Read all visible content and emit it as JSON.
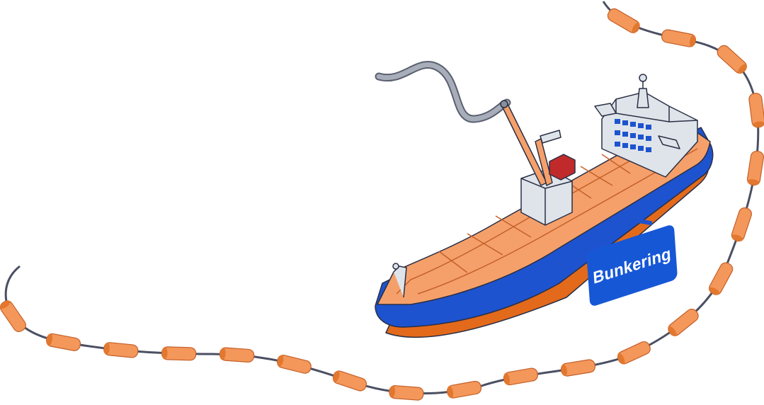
{
  "label": {
    "text": "Bunkering"
  },
  "colors": {
    "hull_blue": "#1e53cf",
    "hull_orange": "#e36a1b",
    "deck_orange": "#f5a06a",
    "boom_orange": "#f5a06a",
    "superstructure": "#dfe4ea",
    "outline": "#2a2f45",
    "buoy": "#f4975a",
    "rope": "#4b4f62",
    "badge": "#1657d6",
    "container": "#c02a2a"
  },
  "icons": [
    "tanker-ship-illustration",
    "floating-boom-barrier",
    "fuel-hose"
  ]
}
